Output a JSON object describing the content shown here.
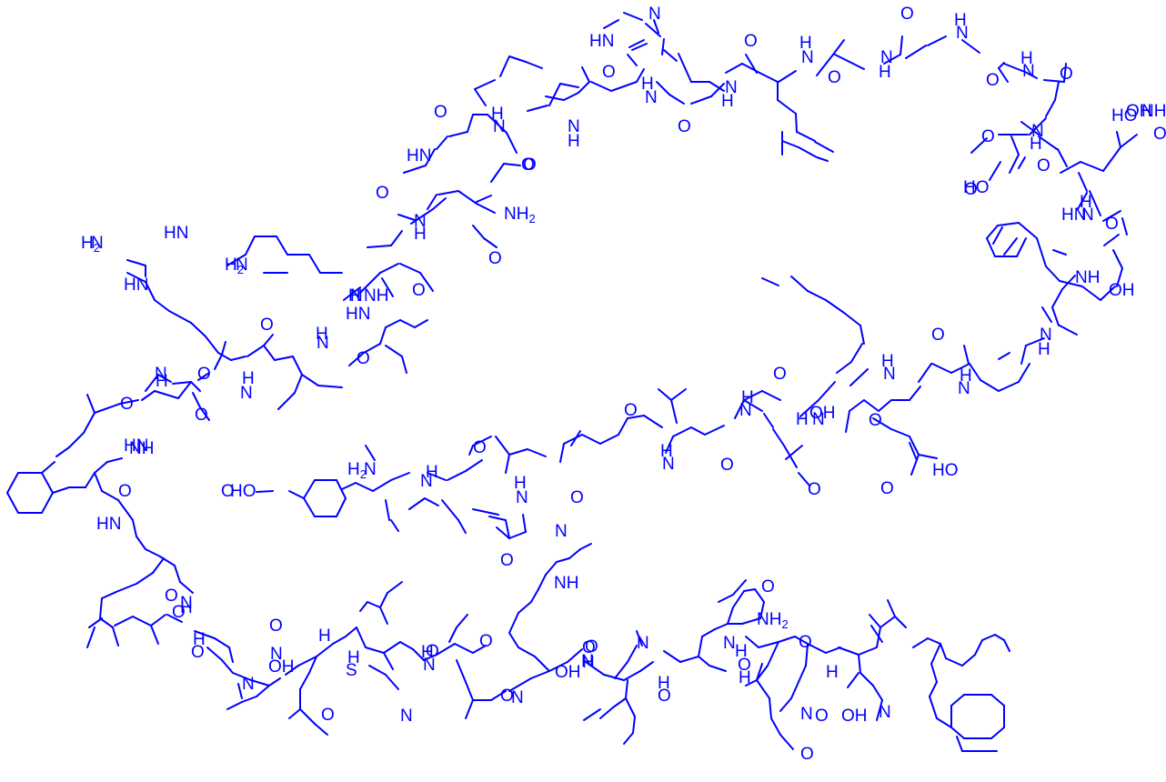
{
  "diagram": {
    "type": "peptide-skeletal-structure",
    "ink_color": "#0000ff",
    "background": "#ffffff"
  },
  "labels": [
    {
      "text": "HN"
    },
    {
      "text": "N"
    },
    {
      "text": "O"
    },
    {
      "text": "H"
    },
    {
      "text": "N"
    },
    {
      "text": "O"
    },
    {
      "text": "H"
    },
    {
      "text": "N"
    },
    {
      "text": "O"
    },
    {
      "text": "N"
    },
    {
      "text": "H"
    },
    {
      "text": "O"
    },
    {
      "text": "N"
    },
    {
      "text": "H"
    },
    {
      "text": "O"
    },
    {
      "text": "N"
    },
    {
      "text": "H"
    },
    {
      "text": "O"
    },
    {
      "text": "H"
    },
    {
      "text": "N"
    },
    {
      "text": "O"
    },
    {
      "text": "OH"
    },
    {
      "text": "N"
    },
    {
      "text": "H"
    },
    {
      "text": "O"
    },
    {
      "text": "N"
    },
    {
      "text": "H"
    },
    {
      "text": "HO"
    },
    {
      "text": "O"
    },
    {
      "text": "O"
    },
    {
      "text": "O"
    },
    {
      "text": "HO"
    },
    {
      "text": "O"
    },
    {
      "text": "HN"
    },
    {
      "text": "O"
    },
    {
      "text": "N"
    },
    {
      "text": "H"
    },
    {
      "text": "O"
    },
    {
      "text": "HN"
    },
    {
      "text": "O"
    },
    {
      "text": "N"
    },
    {
      "text": "H"
    },
    {
      "text": "NH",
      "sub": "2"
    },
    {
      "text": "O"
    },
    {
      "text": "O"
    },
    {
      "text": "H"
    },
    {
      "text": "N"
    },
    {
      "text": "H"
    },
    {
      "text": "N"
    },
    {
      "text": "HN"
    },
    {
      "text": "O"
    },
    {
      "text": "N"
    },
    {
      "text": "H"
    },
    {
      "text": "O"
    },
    {
      "text": "H",
      "sub": "2"
    },
    {
      "text": "N"
    },
    {
      "text": "NH"
    },
    {
      "text": "HN"
    },
    {
      "text": "H",
      "sub": "2"
    },
    {
      "text": "N"
    },
    {
      "text": "HN"
    },
    {
      "text": "O"
    },
    {
      "text": "N"
    },
    {
      "text": "H"
    },
    {
      "text": "O"
    },
    {
      "text": "N"
    },
    {
      "text": "H"
    },
    {
      "text": "O"
    },
    {
      "text": "HN"
    },
    {
      "text": "O"
    },
    {
      "text": "NH"
    },
    {
      "text": "O"
    },
    {
      "text": "HN"
    },
    {
      "text": "O"
    },
    {
      "text": "HO"
    },
    {
      "text": "H",
      "sub": "2"
    },
    {
      "text": "N"
    },
    {
      "text": "H"
    },
    {
      "text": "N"
    },
    {
      "text": "O"
    },
    {
      "text": "N"
    },
    {
      "text": "H"
    },
    {
      "text": "O"
    },
    {
      "text": "O"
    },
    {
      "text": "N"
    },
    {
      "text": "H"
    },
    {
      "text": "O"
    },
    {
      "text": "H"
    },
    {
      "text": "N"
    },
    {
      "text": "O"
    },
    {
      "text": "OH"
    },
    {
      "text": "O"
    },
    {
      "text": "H"
    },
    {
      "text": "N"
    },
    {
      "text": "O"
    },
    {
      "text": "N"
    },
    {
      "text": "H"
    },
    {
      "text": "H"
    },
    {
      "text": "N"
    },
    {
      "text": "O"
    },
    {
      "text": "N"
    },
    {
      "text": "H"
    },
    {
      "text": "O"
    },
    {
      "text": "HO"
    },
    {
      "text": "O"
    },
    {
      "text": "N"
    },
    {
      "text": "NH"
    },
    {
      "text": "OH"
    },
    {
      "text": "NH"
    },
    {
      "text": "O"
    },
    {
      "text": "N"
    },
    {
      "text": "H"
    },
    {
      "text": "O"
    },
    {
      "text": "O"
    },
    {
      "text": "H"
    },
    {
      "text": "N"
    },
    {
      "text": "O"
    },
    {
      "text": "OH"
    },
    {
      "text": "N"
    },
    {
      "text": "H"
    },
    {
      "text": "O"
    },
    {
      "text": "S"
    },
    {
      "text": "H"
    },
    {
      "text": "N"
    },
    {
      "text": "O"
    },
    {
      "text": "N"
    },
    {
      "text": "H"
    },
    {
      "text": "O"
    },
    {
      "text": "OH"
    },
    {
      "text": "O"
    },
    {
      "text": "N"
    },
    {
      "text": "H"
    },
    {
      "text": "O"
    },
    {
      "text": "NH"
    },
    {
      "text": "N"
    },
    {
      "text": "O"
    },
    {
      "text": "N"
    },
    {
      "text": "H"
    },
    {
      "text": "O"
    },
    {
      "text": "H"
    },
    {
      "text": "N"
    },
    {
      "text": "O"
    },
    {
      "text": "NH",
      "sub": "2"
    },
    {
      "text": "O"
    },
    {
      "text": "O"
    },
    {
      "text": "H"
    },
    {
      "text": "N"
    },
    {
      "text": "O"
    },
    {
      "text": "H"
    },
    {
      "text": "N"
    },
    {
      "text": "O"
    },
    {
      "text": "OH"
    }
  ]
}
